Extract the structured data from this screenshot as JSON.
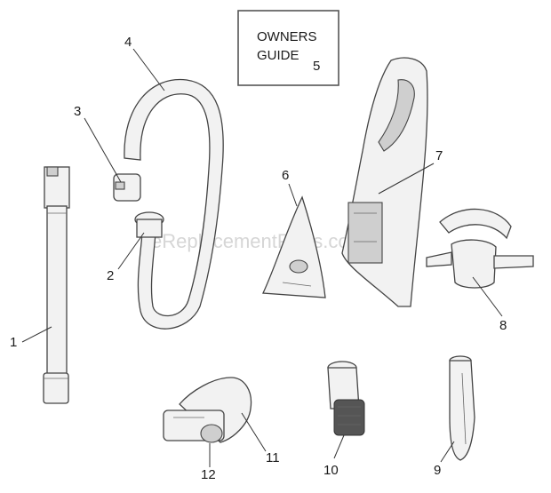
{
  "guide_box": {
    "line1": "OWNERS",
    "line2": "GUIDE",
    "number": "5"
  },
  "watermark": "eReplacementParts.com",
  "callouts": {
    "c1": "1",
    "c2": "2",
    "c3": "3",
    "c4": "4",
    "c6": "6",
    "c7": "7",
    "c8": "8",
    "c9": "9",
    "c10": "10",
    "c11": "11",
    "c12": "12"
  }
}
